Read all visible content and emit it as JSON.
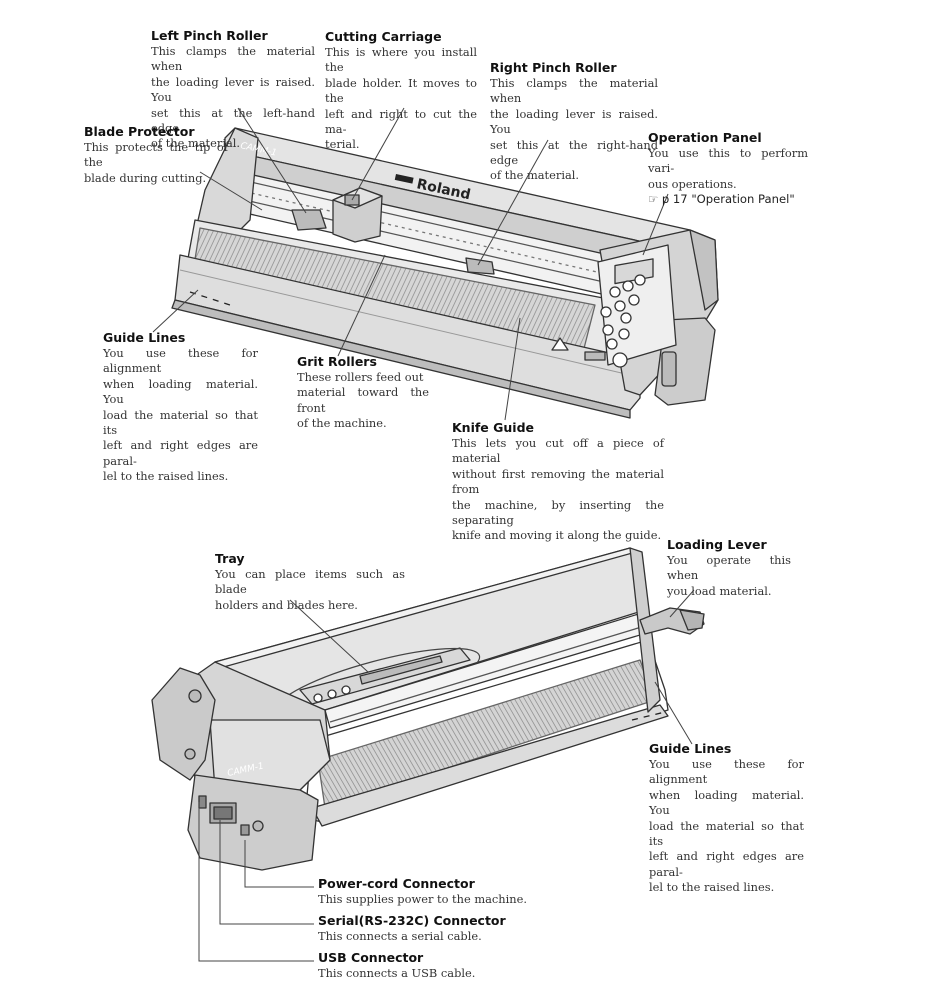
{
  "front_view": {
    "brand_label": "Roland",
    "model_label": "CAMM-1",
    "callouts": [
      {
        "id": "left-pinch-roller",
        "title": "Left Pinch Roller",
        "lines": [
          "This clamps the material when",
          "the loading lever is raised. You",
          "set this at the left-hand edge",
          "of the material."
        ]
      },
      {
        "id": "cutting-carriage",
        "title": "Cutting Carriage",
        "lines": [
          "This is where you install the",
          "blade holder. It moves to the",
          "left and right to cut the ma-",
          "terial."
        ]
      },
      {
        "id": "right-pinch-roller",
        "title": "Right Pinch Roller",
        "lines": [
          "This clamps the material when",
          "the loading lever is raised. You",
          "set this at the right-hand edge",
          "of the material."
        ]
      },
      {
        "id": "blade-protector",
        "title": "Blade Protector",
        "lines": [
          "This protects the tip of the",
          "blade during cutting."
        ]
      },
      {
        "id": "operation-panel",
        "title": "Operation Panel",
        "lines": [
          "You use this to perform vari-",
          "ous operations."
        ],
        "ref_symbol": "☞",
        "ref": "p 17 \"Operation Panel\""
      },
      {
        "id": "guide-lines-front",
        "title": "Guide Lines",
        "lines": [
          "You use these for alignment",
          "when loading material. You",
          "load the material so that its",
          "left and right edges are paral-",
          "lel to the raised lines."
        ]
      },
      {
        "id": "grit-rollers",
        "title": "Grit Rollers",
        "lines": [
          "These rollers feed out",
          "material toward the front",
          "of the machine."
        ]
      },
      {
        "id": "knife-guide",
        "title": "Knife Guide",
        "lines": [
          "This lets you cut off a piece of material",
          "without first removing the material from",
          "the machine, by inserting the separating",
          "knife and moving it along the guide."
        ]
      }
    ]
  },
  "rear_view": {
    "model_label": "CAMM-1",
    "callouts": [
      {
        "id": "tray",
        "title": "Tray",
        "lines": [
          "You can place items such as blade",
          "holders and blades here."
        ]
      },
      {
        "id": "loading-lever",
        "title": "Loading Lever",
        "lines": [
          "You operate this when",
          "you load material."
        ]
      },
      {
        "id": "guide-lines-rear",
        "title": "Guide Lines",
        "lines": [
          "You use these for alignment",
          "when loading material. You",
          "load the material so that its",
          "left and right edges are paral-",
          "lel to the raised lines."
        ]
      },
      {
        "id": "power-cord-connector",
        "title": "Power-cord Connector",
        "lines": [
          "This supplies power to the machine."
        ]
      },
      {
        "id": "serial-connector",
        "title": "Serial(RS-232C) Connector",
        "lines": [
          "This connects a serial cable."
        ]
      },
      {
        "id": "usb-connector",
        "title": "USB Connector",
        "lines": [
          "This connects a USB cable."
        ]
      }
    ]
  }
}
